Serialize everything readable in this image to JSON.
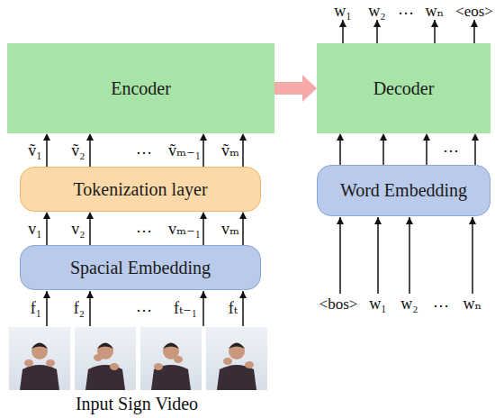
{
  "diagram": {
    "nodes": [
      {
        "text": [
          "Encoder"
        ]
      },
      {
        "text": [
          "Decoder"
        ]
      },
      {
        "text": [
          "Tokenization layer"
        ]
      },
      {
        "text": [
          "Word Embedding"
        ]
      },
      {
        "text": [
          "Spacial Embedding"
        ]
      }
    ],
    "edges": [
      {
        "from": 0,
        "to": 1,
        "arrow": "to"
      },
      {
        "from": 2,
        "to": 0,
        "arrow": "to",
        "label": "ṽ₁"
      },
      {
        "from": 2,
        "to": 0,
        "arrow": "to",
        "label": "ṽ₂"
      },
      {
        "from": 2,
        "to": 0,
        "arrow": "to",
        "label": "ṽₘ₋₁"
      },
      {
        "from": 2,
        "to": 0,
        "arrow": "to",
        "label": "ṽₘ"
      },
      {
        "from": 4,
        "to": 2,
        "arrow": "to",
        "label": "v₁"
      },
      {
        "from": 4,
        "to": 2,
        "arrow": "to",
        "label": "v₂"
      },
      {
        "from": 4,
        "to": 2,
        "arrow": "to",
        "label": "vₘ₋₁"
      },
      {
        "from": 4,
        "to": 2,
        "arrow": "to",
        "label": "vₘ"
      },
      {
        "from": 3,
        "to": 1,
        "arrow": "to"
      },
      {
        "from": 3,
        "to": 1,
        "arrow": "to"
      },
      {
        "from": 3,
        "to": 1,
        "arrow": "to"
      },
      {
        "from": 3,
        "to": 1,
        "arrow": "to"
      }
    ],
    "labels": [
      "w₁",
      "w₂",
      "…",
      "wₙ",
      "<eos>",
      "…",
      "…",
      "…",
      "<bos>",
      "w₁",
      "w₂",
      "…",
      "wₙ",
      "f₁",
      "f₂",
      "…",
      "fₜ₋₁",
      "fₜ",
      "Input Sign Video"
    ]
  }
}
